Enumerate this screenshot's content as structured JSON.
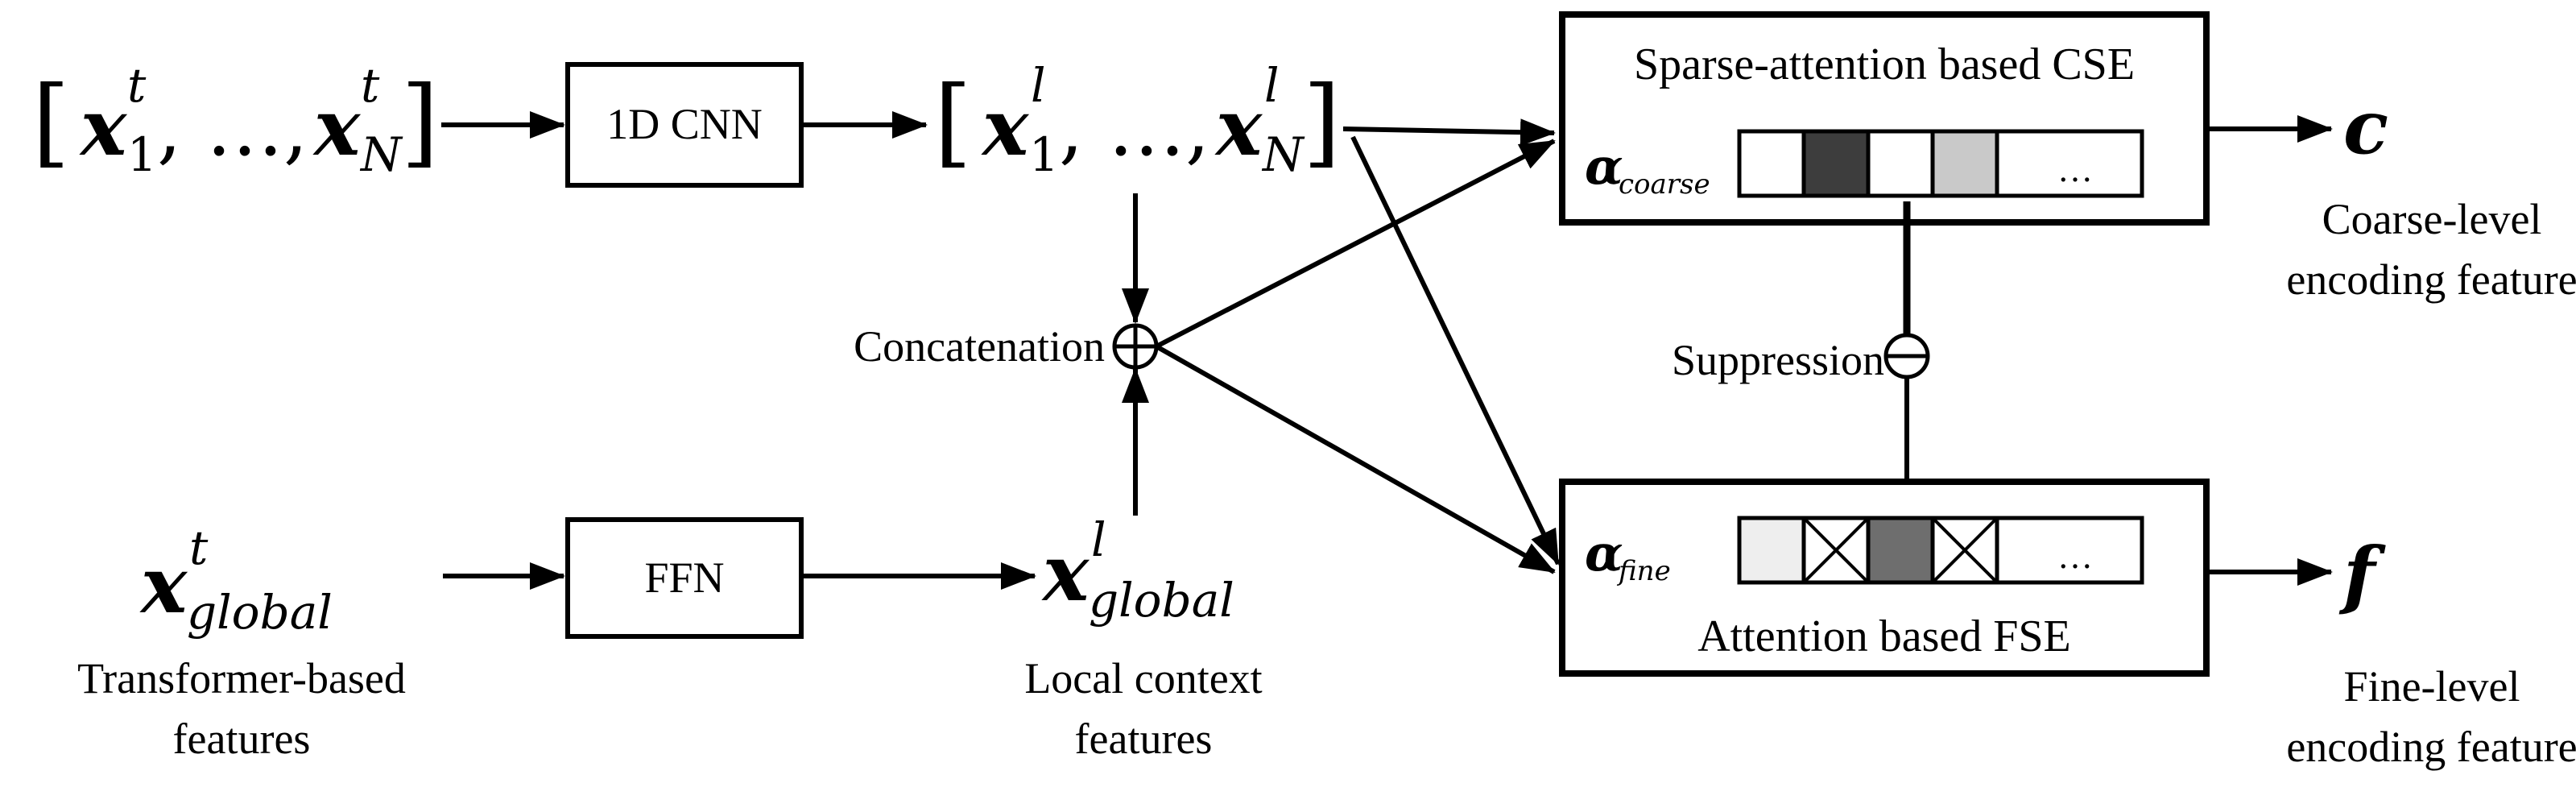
{
  "input_sequence": {
    "open": "[",
    "x1": "x",
    "x1_sub": "1",
    "x1_sup": "t",
    "dots": ", …, ",
    "xN": "x",
    "xN_sub": "N",
    "xN_sup": "t",
    "close": "]"
  },
  "cnn_label": "1D CNN",
  "local_sequence": {
    "open": "[",
    "x1": "x",
    "x1_sub": "1",
    "x1_sup": "l",
    "dots": ", …, ",
    "xN": "x",
    "xN_sub": "N",
    "xN_sup": "l",
    "close": "]"
  },
  "global_input": {
    "symbol": "x",
    "sub": "global",
    "sup": "t"
  },
  "ffn_label": "FFN",
  "global_local": {
    "symbol": "x",
    "sub": "global",
    "sup": "l"
  },
  "transformer_caption": [
    "Transformer-based",
    "features"
  ],
  "local_caption": [
    "Local context",
    "features"
  ],
  "concat_label": "Concatenation",
  "cse": {
    "title": "Sparse-attention based CSE",
    "alpha_symbol": "α",
    "alpha_sub": "coarse",
    "cell_fills": [
      "#ffffff",
      "#3d3d3d",
      "#ffffff",
      "#c9c9c9"
    ],
    "ellipsis": "…"
  },
  "suppression_label": "Suppression",
  "fse": {
    "title": "Attention based FSE",
    "alpha_symbol": "α",
    "alpha_sub": "fine",
    "cell_fills": [
      "#eeeeee",
      "crossed",
      "#6e6e6e",
      "crossed"
    ],
    "ellipsis": "…"
  },
  "output_c": {
    "symbol": "c",
    "caption": [
      "Coarse-level",
      "encoding feature"
    ]
  },
  "output_f": {
    "symbol": "f",
    "caption": [
      "Fine-level",
      "encoding feature"
    ]
  }
}
